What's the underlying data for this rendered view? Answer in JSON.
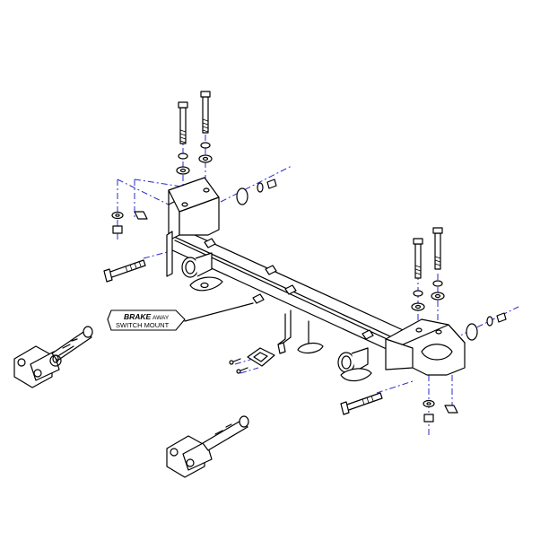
{
  "callout": {
    "line1_emphasis": "BRAKE",
    "line1_rest": "AWAY",
    "line2": "SWITCH MOUNT"
  },
  "colors": {
    "linework": "#000000",
    "centerline": "#2a2ad0",
    "background": "#ffffff"
  }
}
